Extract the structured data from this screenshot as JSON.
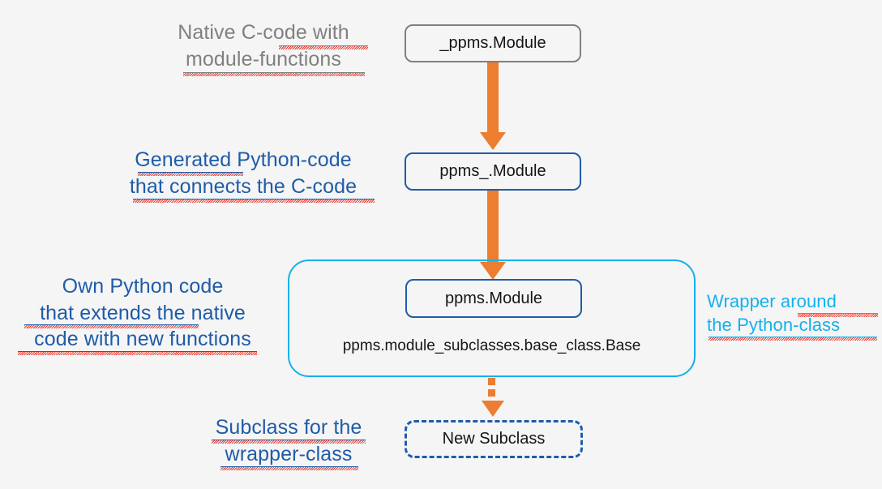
{
  "diagram": {
    "title": "Python module wrapper architecture",
    "background_color": "#f5f5f5",
    "colors": {
      "gray": "#808080",
      "dark_blue": "#1f5ca8",
      "cyan": "#14b1ec",
      "orange": "#ed7d31",
      "text_black": "#151515",
      "spellcheck_red": "#e8332a"
    },
    "captions": [
      {
        "id": "native-c-code",
        "text": "Native C-code with\nmodule-functions",
        "color": "gray"
      },
      {
        "id": "generated-python-code",
        "text": "Generated Python-code\nthat connects the C-code",
        "color": "dark_blue"
      },
      {
        "id": "own-python-code",
        "text": "Own Python code\nthat extends the native\ncode with new functions",
        "color": "dark_blue"
      },
      {
        "id": "wrapper-around-python-class",
        "text": "Wrapper around\nthe Python-class",
        "color": "cyan"
      },
      {
        "id": "subclass-for-wrapper-class",
        "text": "Subclass for the\nwrapper-class",
        "color": "dark_blue"
      }
    ],
    "nodes": [
      {
        "id": "native-module",
        "label": "_ppms.Module",
        "border_style": "solid",
        "border_color": "#808080"
      },
      {
        "id": "generated-module",
        "label": "ppms_.Module",
        "border_style": "solid",
        "border_color": "#1f5ca8"
      },
      {
        "id": "wrapper-module",
        "label": "ppms.Module",
        "border_style": "solid",
        "border_color": "#1f5ca8"
      },
      {
        "id": "base-class",
        "label": "ppms.module_subclasses.base_class.Base",
        "border_style": "none",
        "border_color": ""
      },
      {
        "id": "new-subclass",
        "label": "New Subclass",
        "border_style": "dashed",
        "border_color": "#1f5ca8"
      }
    ],
    "connectors": [
      {
        "id": "native-to-generated",
        "style": "solid",
        "color": "#ed7d31"
      },
      {
        "id": "generated-to-wrapper",
        "style": "solid",
        "color": "#ed7d31"
      },
      {
        "id": "wrapper-to-subclass",
        "style": "dotted",
        "color": "#ed7d31"
      }
    ],
    "group": {
      "id": "wrapper-group",
      "border_color": "#14b1ec"
    }
  }
}
